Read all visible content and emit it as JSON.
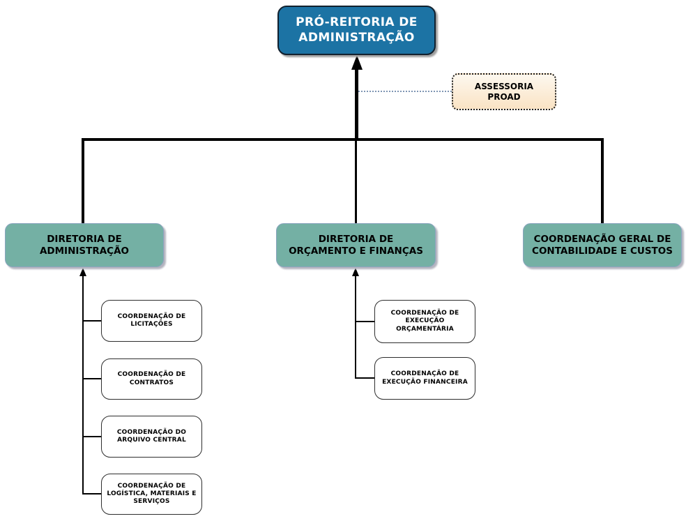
{
  "diagram": {
    "type": "org-chart",
    "root": {
      "label": "PRÓ-REITORIA DE\nADMINISTRAÇÃO"
    },
    "assessoria": {
      "label": "ASSESSORIA\nPROAD"
    },
    "branches": [
      {
        "label": "DIRETORIA DE\nADMINISTRAÇÃO",
        "children": [
          "COORDENAÇÃO DE\nLICITAÇÕES",
          "COORDENAÇÃO DE\nCONTRATOS",
          "COORDENAÇÃO DO\nARQUIVO CENTRAL",
          "COORDENAÇÃO DE\nLOGÍSTICA, MATERIAIS E\nSERVIÇOS"
        ]
      },
      {
        "label": "DIRETORIA DE\nORÇAMENTO E FINANÇAS",
        "children": [
          "COORDENAÇÃO DE\nEXECUÇÃO\nORÇAMENTÁRIA",
          "COORDENAÇÃO DE\nEXECUÇÃO FINANCEIRA"
        ]
      },
      {
        "label": "COORDENAÇÃO GERAL DE\nCONTABILIDADE E CUSTOS",
        "children": []
      }
    ],
    "colors": {
      "root_fill": "#1c73a4",
      "root_text": "#ffffff",
      "branch_fill": "#74b0a4",
      "branch_text": "#000000",
      "assessoria_fill": "#fbe9d2",
      "assessoria_border": "#1a1a1a",
      "child_fill": "#ffffff",
      "connector": "#000000",
      "dotted_connector": "#7e95b3"
    }
  }
}
